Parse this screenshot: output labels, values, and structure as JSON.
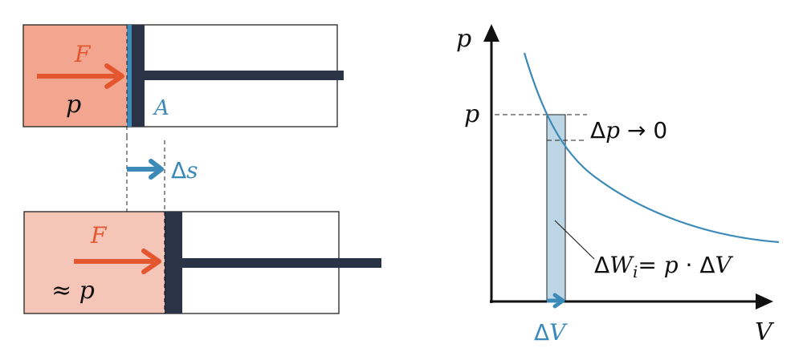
{
  "colors": {
    "orange": "#e4572e",
    "fill_top": "#f2a690",
    "fill_bottom": "#f5c6b8",
    "piston": "#2b3447",
    "blue": "#3b8ab8",
    "bar_fill": "#bcd6e6"
  },
  "top_cylinder": {
    "force_label": "F",
    "pressure_label": "p",
    "area_label": "A"
  },
  "displacement": {
    "label_delta": "Δ",
    "label_var": "s"
  },
  "bottom_cylinder": {
    "force_label": "F",
    "pressure_label": "≈ p"
  },
  "graph": {
    "y_axis_label": "p",
    "x_axis_label": "V",
    "p_tick_label": "p",
    "dp_label_delta": "Δ",
    "dp_label_var": "p",
    "dp_label_rest": " → 0",
    "work_label_delta": "Δ",
    "work_label_W": "W",
    "work_label_sub": "i",
    "work_label_eq": "= ",
    "work_label_p": "p",
    "work_label_dot": " · Δ",
    "work_label_V": "V",
    "dV_label_delta": "Δ",
    "dV_label_var": "V"
  }
}
